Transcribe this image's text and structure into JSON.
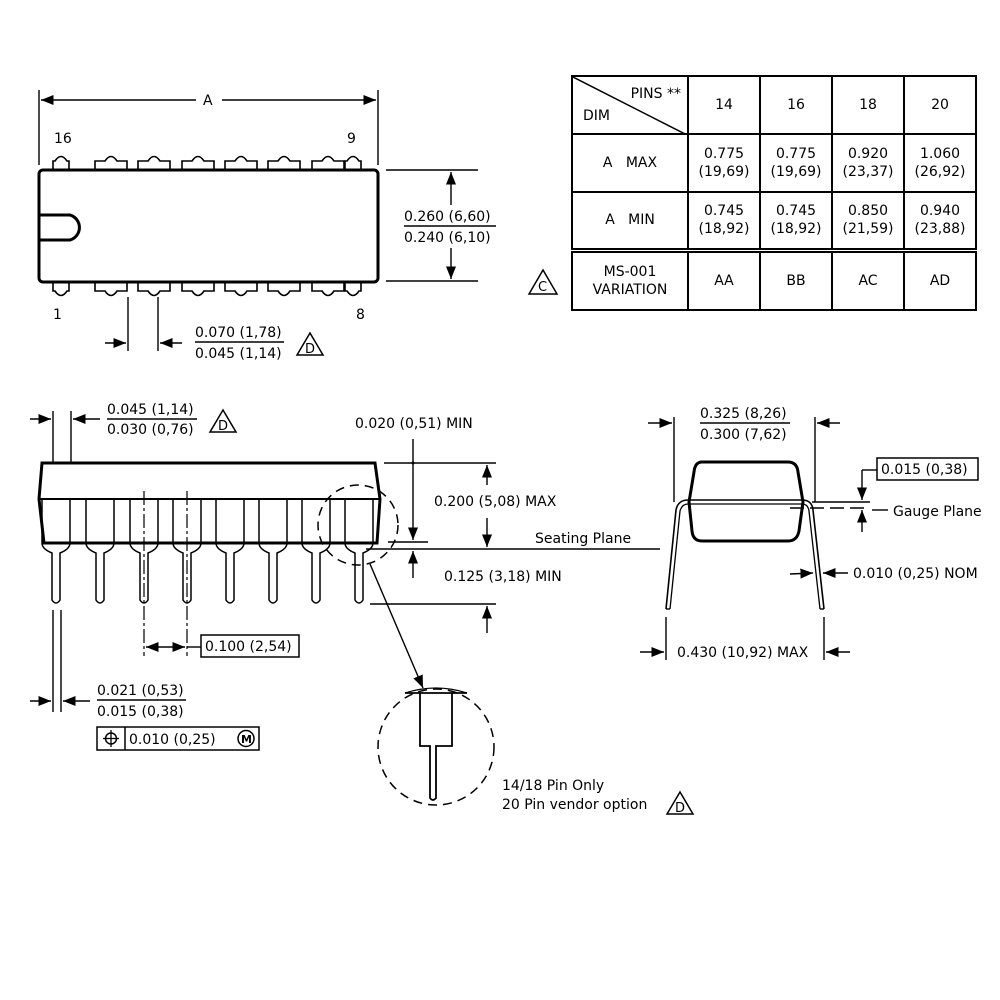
{
  "table": {
    "header": {
      "pins_label": "PINS **",
      "dim_label": "DIM"
    },
    "pin_counts": [
      "14",
      "16",
      "18",
      "20"
    ],
    "rows": [
      {
        "label": "A   MAX",
        "values": [
          [
            "0.775",
            "(19,69)"
          ],
          [
            "0.775",
            "(19,69)"
          ],
          [
            "0.920",
            "(23,37)"
          ],
          [
            "1.060",
            "(26,92)"
          ]
        ]
      },
      {
        "label": "A   MIN",
        "values": [
          [
            "0.745",
            "(18,92)"
          ],
          [
            "0.745",
            "(18,92)"
          ],
          [
            "0.850",
            "(21,59)"
          ],
          [
            "0.940",
            "(23,88)"
          ]
        ]
      },
      {
        "label_line1": "MS-001",
        "label_line2": "VARIATION",
        "values": [
          "AA",
          "BB",
          "AC",
          "AD"
        ]
      }
    ],
    "note_marker": "C"
  },
  "top_view": {
    "dim_a_label": "A",
    "pin_labels": {
      "top_left": "16",
      "top_right": "9",
      "bottom_left": "1",
      "bottom_right": "8"
    },
    "width_dim": {
      "upper": "0.260 (6,60)",
      "lower": "0.240 (6,10)"
    },
    "pin_width_dim": {
      "upper": "0.070 (1,78)",
      "lower": "0.045 (1,14)",
      "note_marker": "D"
    }
  },
  "side_view": {
    "shoulder_dim": {
      "upper": "0.045 (1,14)",
      "lower": "0.030 (0,76)",
      "note_marker": "D"
    },
    "standoff_dim": "0.020 (0,51) MIN",
    "height_dim": "0.200 (5,08) MAX",
    "seating_plane_label": "Seating Plane",
    "lead_length_dim": "0.125 (3,18) MIN",
    "pitch_dim": "0.100 (2,54)",
    "lead_width_dim": {
      "upper": "0.021 (0,53)",
      "lower": "0.015 (0,38)"
    },
    "position_tolerance": {
      "symbol": "position-icon",
      "value": "0.010 (0,25)",
      "modifier": "M"
    }
  },
  "detail_view": {
    "note_line1": "14/18 Pin Only",
    "note_line2": "20 Pin vendor option",
    "note_marker": "D"
  },
  "end_view": {
    "row_spacing_dim": {
      "upper": "0.325 (8,26)",
      "lower": "0.300 (7,62)"
    },
    "gauge_dim": "0.015 (0,38)",
    "gauge_plane_label": "Gauge Plane",
    "lead_thickness_dim": "0.010 (0,25) NOM",
    "overall_width_dim": "0.430 (10,92) MAX"
  }
}
